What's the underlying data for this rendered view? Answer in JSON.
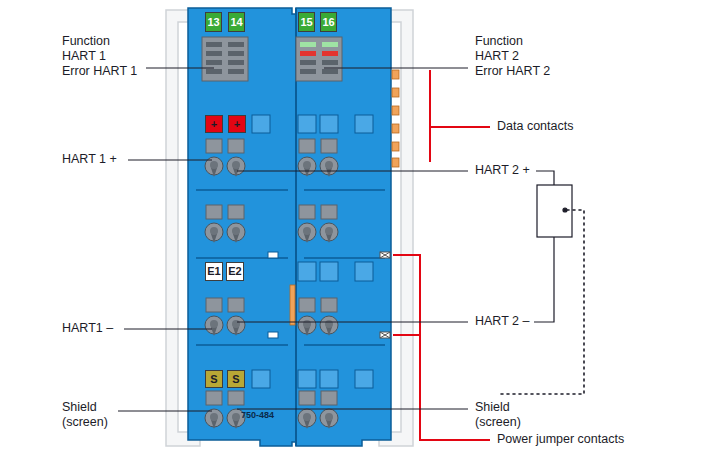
{
  "diagram": {
    "nodes": [
      {
        "text": [
          "750-484"
        ]
      },
      {
        "text": [
          "13"
        ],
        "in": 0
      },
      {
        "text": [
          "14"
        ],
        "in": 0
      },
      {
        "text": [
          "15"
        ],
        "in": 0
      },
      {
        "text": [
          "16"
        ],
        "in": 0
      },
      {
        "text": [
          "+"
        ],
        "in": 0
      },
      {
        "text": [
          "+"
        ],
        "in": 0
      },
      {
        "text": [
          "E1"
        ],
        "in": 0
      },
      {
        "text": [
          "E2"
        ],
        "in": 0
      },
      {
        "text": [
          "S"
        ],
        "in": 0
      },
      {
        "text": [
          "S"
        ],
        "in": 0
      }
    ],
    "labels": [
      "Function",
      "HART 1",
      "Error HART 1",
      "Function",
      "HART 2",
      "Error HART 2",
      "Data contacts",
      "HART 1 +",
      "HART 2 +",
      "HART1 –",
      "HART 2 –",
      "Shield (screen)",
      "Shield (screen)",
      "Power jumper contacts"
    ]
  }
}
